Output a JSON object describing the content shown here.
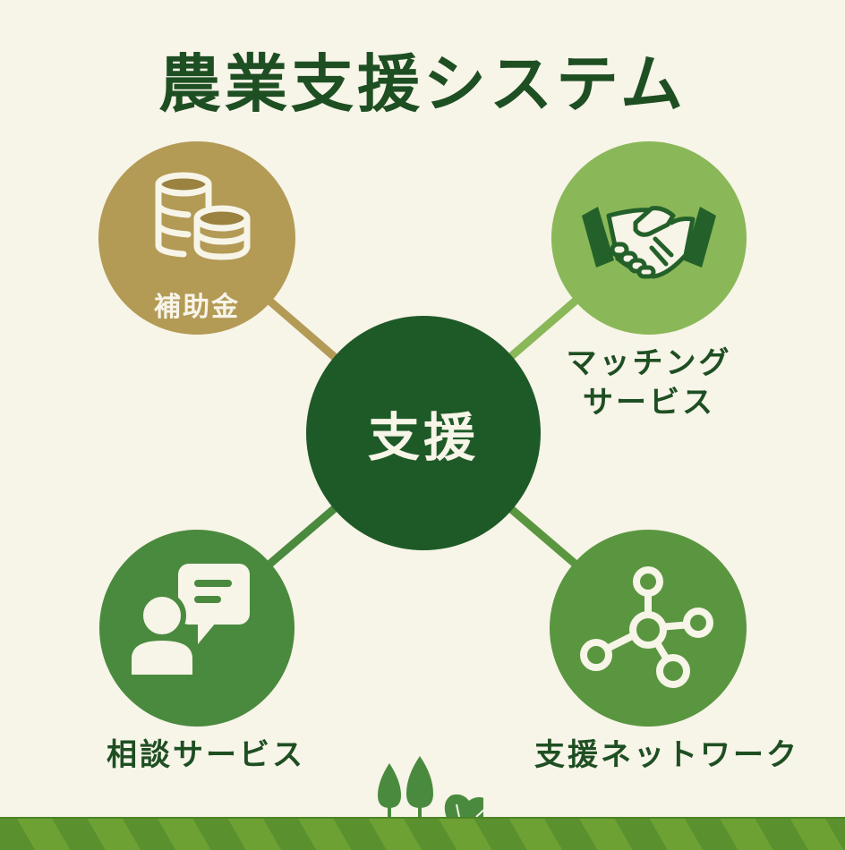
{
  "title": "農業支援システム",
  "center": {
    "label": "支援",
    "color": "#1e5a27"
  },
  "nodes": [
    {
      "id": "subsidy",
      "label": "補助金",
      "icon": "coins-icon",
      "color": "#b39a55"
    },
    {
      "id": "matching",
      "label_line1": "マッチング",
      "label_line2": "サービス",
      "icon": "handshake-icon",
      "color": "#8ab858"
    },
    {
      "id": "consultation",
      "label": "相談サービス",
      "icon": "person-chat-icon",
      "color": "#4a8a3e"
    },
    {
      "id": "network",
      "label": "支援ネットワーク",
      "icon": "network-icon",
      "color": "#5a9640"
    }
  ],
  "colors": {
    "background": "#f7f4e8",
    "title": "#1e4f22",
    "ground_dark": "#5a912e",
    "ground_light": "#6ea134"
  }
}
